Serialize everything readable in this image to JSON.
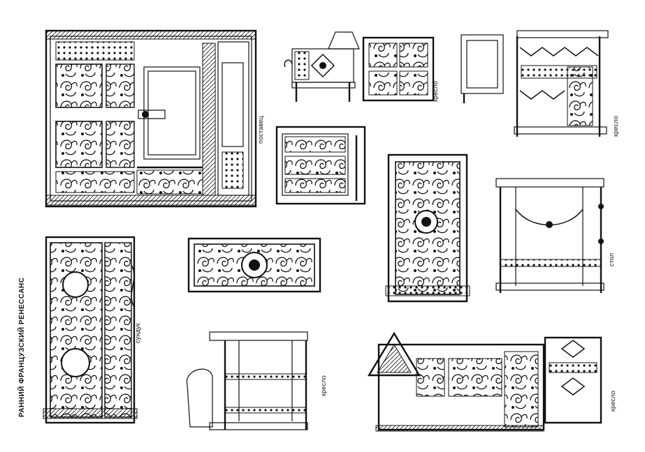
{
  "sheet_title": "РАННИЙ ФРАНЦУЗСКИЙ РЕНЕССАНС",
  "labels": {
    "postavets": "поставец",
    "kreslo_top_center": "кресло",
    "kreslo_top_right": "кресло",
    "stol": "стол",
    "sunduk": "сундук",
    "kreslo_bottom_center": "кресло",
    "kreslo_bottom_right": "кресло"
  }
}
